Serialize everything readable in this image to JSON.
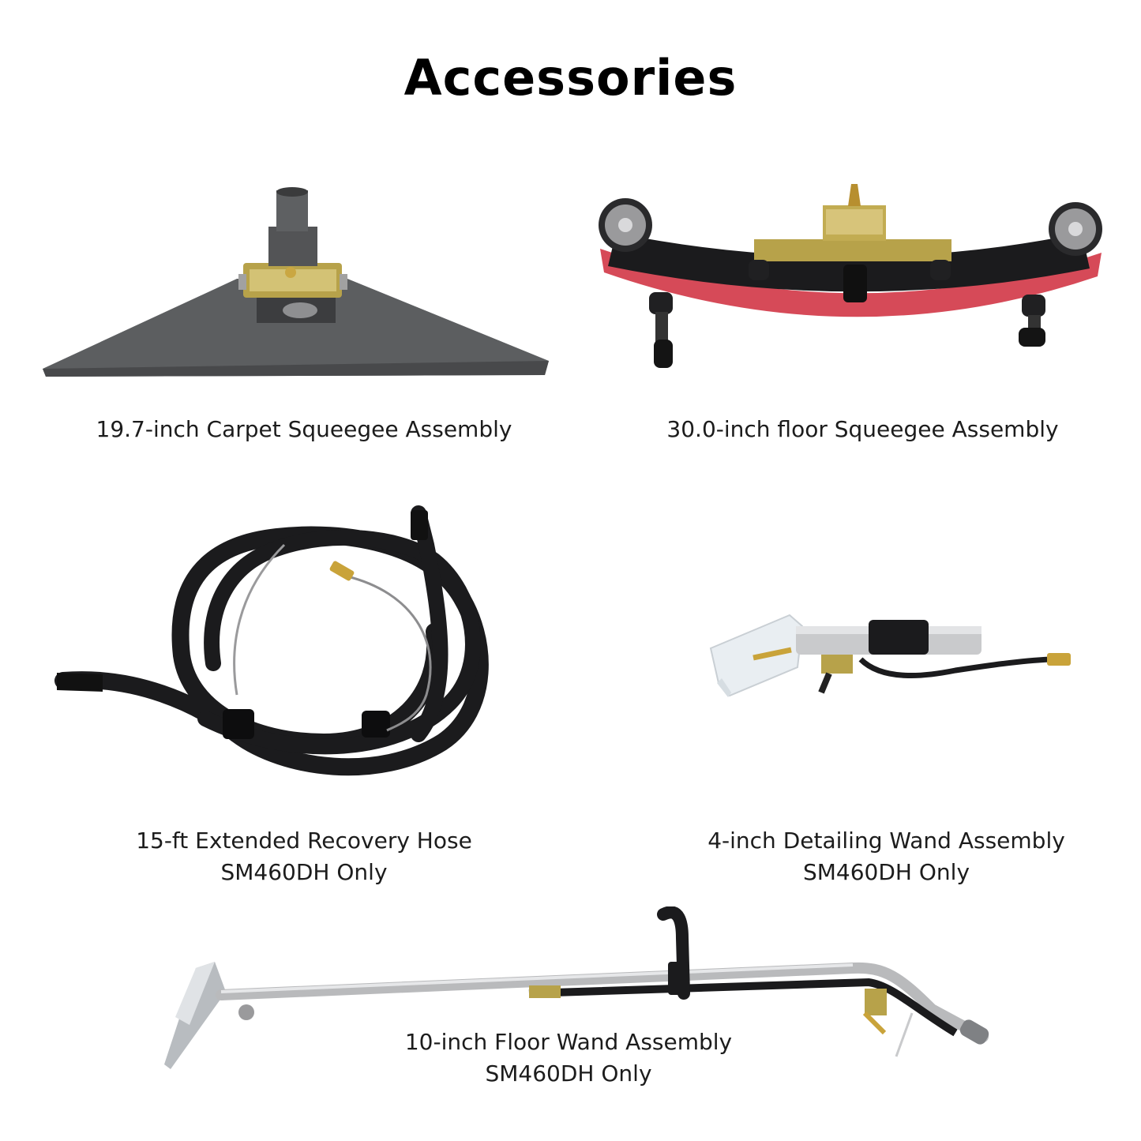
{
  "page": {
    "title": "Accessories"
  },
  "accessories": [
    {
      "id": "carpet-squeegee",
      "name": "19.7-inch Carpet Squeegee Assembly",
      "note": ""
    },
    {
      "id": "floor-squeegee",
      "name": "30.0-inch floor Squeegee Assembly",
      "note": ""
    },
    {
      "id": "recovery-hose",
      "name": "15-ft Extended Recovery Hose",
      "note": "SM460DH Only"
    },
    {
      "id": "detailing-wand",
      "name": "4-inch Detailing Wand Assembly",
      "note": "SM460DH Only"
    },
    {
      "id": "floor-wand",
      "name": "10-inch Floor Wand Assembly",
      "note": "SM460DH Only"
    }
  ],
  "colors": {
    "metal_gray": "#5c5e60",
    "brass": "#b7a24a",
    "black_rubber": "#1b1b1d",
    "red_blade": "#d64a58",
    "steel": "#c9cacc",
    "wheel_gray": "#9a9a9c"
  }
}
